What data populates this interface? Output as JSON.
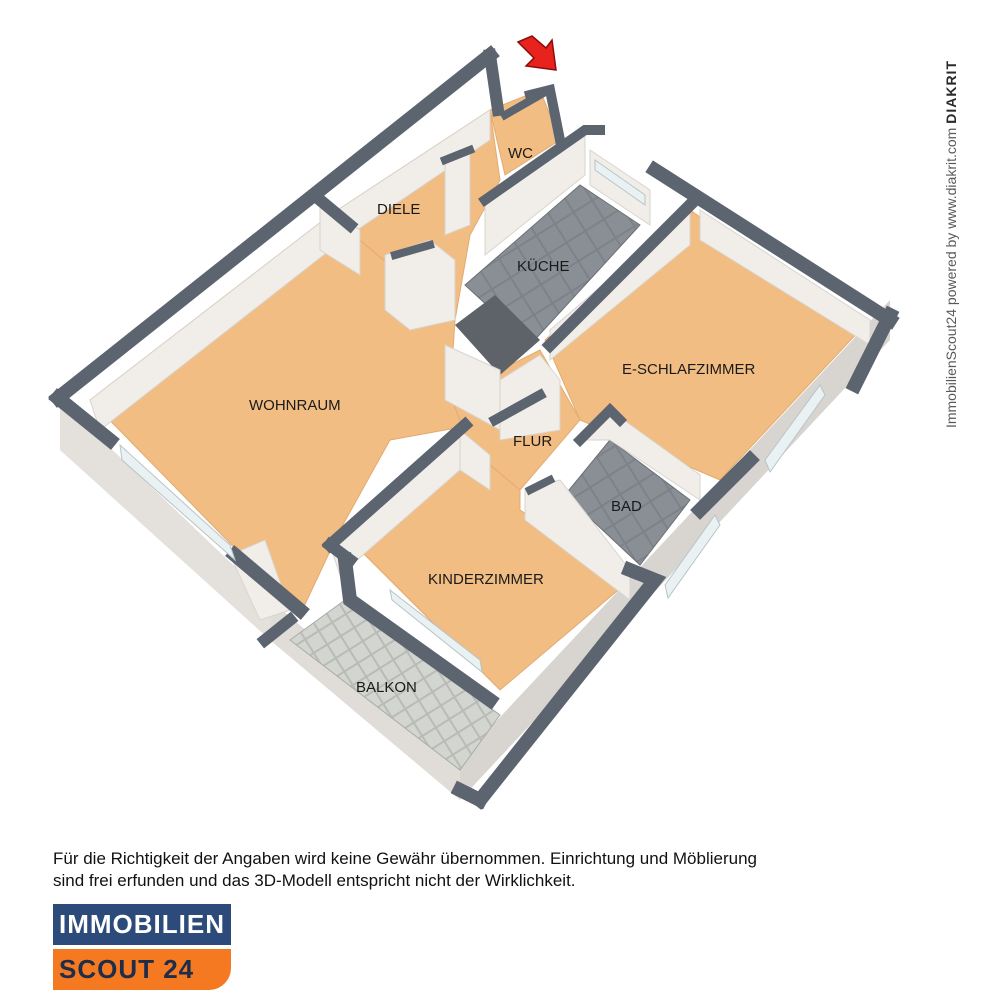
{
  "rooms": {
    "wc": "WC",
    "diele": "DIELE",
    "kueche": "KÜCHE",
    "wohnraum": "WOHNRAUM",
    "e_schlafzimmer": "E-SCHLAFZIMMER",
    "flur": "FLUR",
    "bad": "BAD",
    "kinderzimmer": "KINDERZIMMER",
    "balkon": "BALKON"
  },
  "credit": {
    "text": "ImmobilienScout24 powered by www.diakrit.com",
    "brand": "DIAKRIT"
  },
  "disclaimer": {
    "line1": "Für die Richtigkeit der Angaben wird keine Gewähr übernommen. Einrichtung und Möblierung",
    "line2": "sind frei erfunden und das 3D-Modell entspricht nicht der Wirklichkeit."
  },
  "logo": {
    "top": "IMMOBILIEN",
    "bottom": "SCOUT 24"
  },
  "colors": {
    "floor": "#f2bd82",
    "wall_top": "#5c6470",
    "wall_face": "#f1eee9",
    "tile": "#7d8288",
    "balcony_tile": "#c9cbc6",
    "entry_arrow": "#e8231d"
  }
}
